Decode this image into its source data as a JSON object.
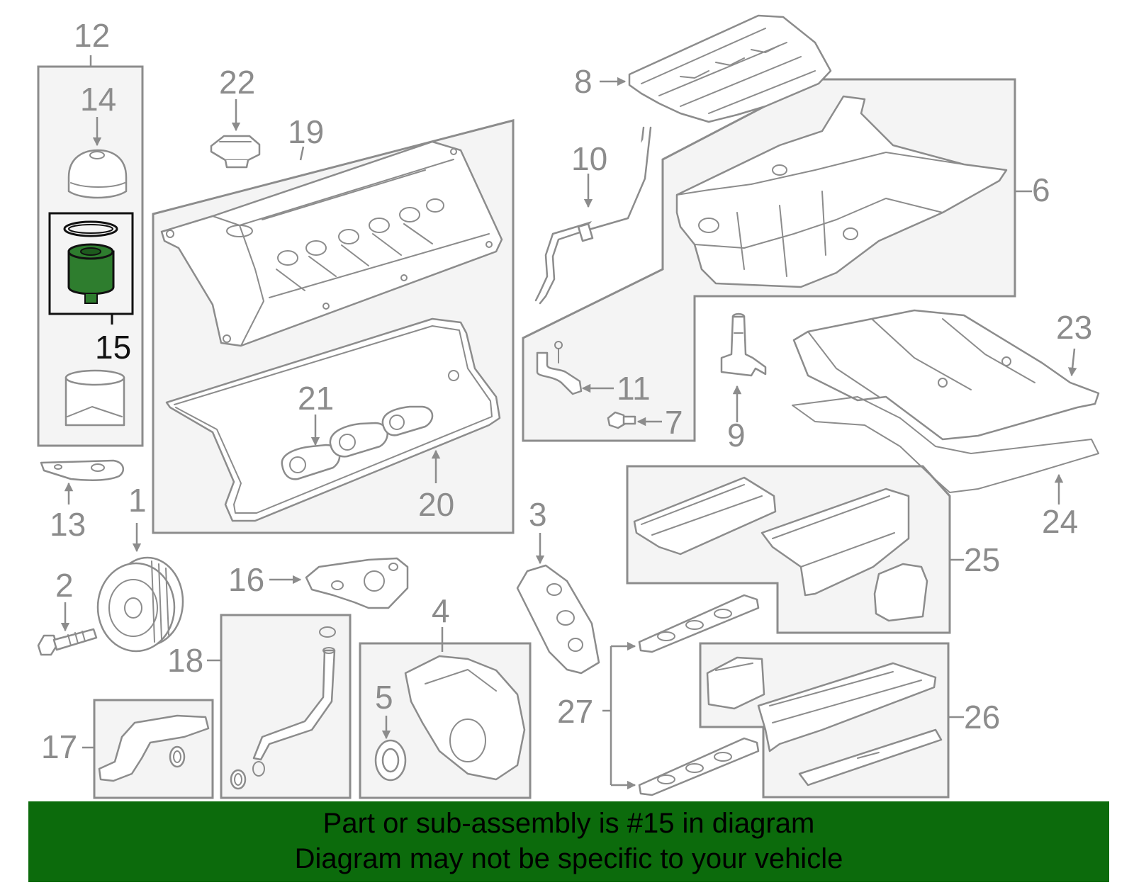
{
  "callouts": {
    "c1": "1",
    "c2": "2",
    "c3": "3",
    "c4": "4",
    "c5": "5",
    "c6": "6",
    "c7": "7",
    "c8": "8",
    "c9": "9",
    "c10": "10",
    "c11": "11",
    "c12": "12",
    "c13": "13",
    "c14": "14",
    "c15": "15",
    "c16": "16",
    "c17": "17",
    "c18": "18",
    "c19": "19",
    "c20": "20",
    "c21": "21",
    "c22": "22",
    "c23": "23",
    "c24": "24",
    "c25": "25",
    "c26": "26",
    "c27": "27"
  },
  "highlighted_part": "15",
  "colors": {
    "line": "#8c8c8c",
    "box_fill": "#f4f4f4",
    "highlight_part": "#2e7d2e",
    "banner": "#0c6b0c"
  },
  "banner": {
    "line1": "Part or sub-assembly is #15 in diagram",
    "line2": "Diagram may not be specific to your vehicle"
  }
}
